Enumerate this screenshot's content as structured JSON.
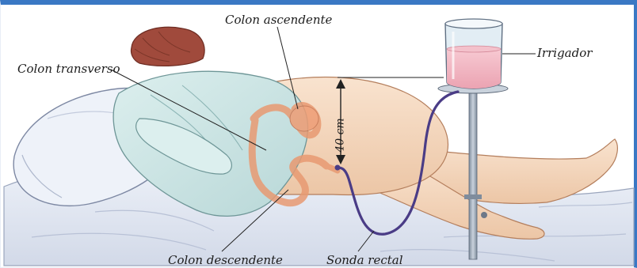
{
  "labels": {
    "colon_ascendente": "Colon ascendente",
    "colon_transverso": "Colon transverso",
    "irrigador": "Irrigador",
    "colon_descendente": "Colon descendente",
    "sonda_rectal": "Sonda rectal",
    "height": "40 cm"
  },
  "colors": {
    "frame": "#3a78c4",
    "skin": "#f6dcc4",
    "skin_shadow": "#e8c2a2",
    "gown": "#cfe6e6",
    "gown_shadow": "#a9cccd",
    "hair": "#a04a3c",
    "sheet": "#e6ebf5",
    "sheet_shadow": "#c3cbdd",
    "colon": "#e89a72",
    "tube": "#4a3c86",
    "pole": "#9aa7b7",
    "fluid": "#f2b6c2",
    "container": "#d8e6ef"
  }
}
